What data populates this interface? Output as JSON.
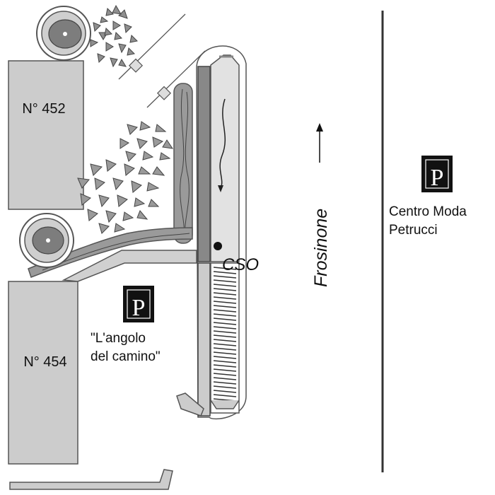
{
  "map": {
    "buildings": {
      "b452": "N° 452",
      "b454": "N° 454"
    },
    "parking_symbol": "P",
    "parking_left_label": [
      "\"L'angolo",
      "del camino\""
    ],
    "parking_right_label": [
      "Centro Moda",
      "Petrucci"
    ],
    "road_label": "Frosinone",
    "cso_label": "CSO",
    "icons": [
      "parking-sign-icon",
      "tree-icon",
      "direction-arrow-icon",
      "location-dot-icon"
    ],
    "colors": {
      "building": "#cccccc",
      "road_strip": "#888888",
      "lane": "#e2e2e2",
      "foliage": "#9a9a9a",
      "tree_disc": "#7d7d7d",
      "parking_bg": "#111111"
    }
  }
}
